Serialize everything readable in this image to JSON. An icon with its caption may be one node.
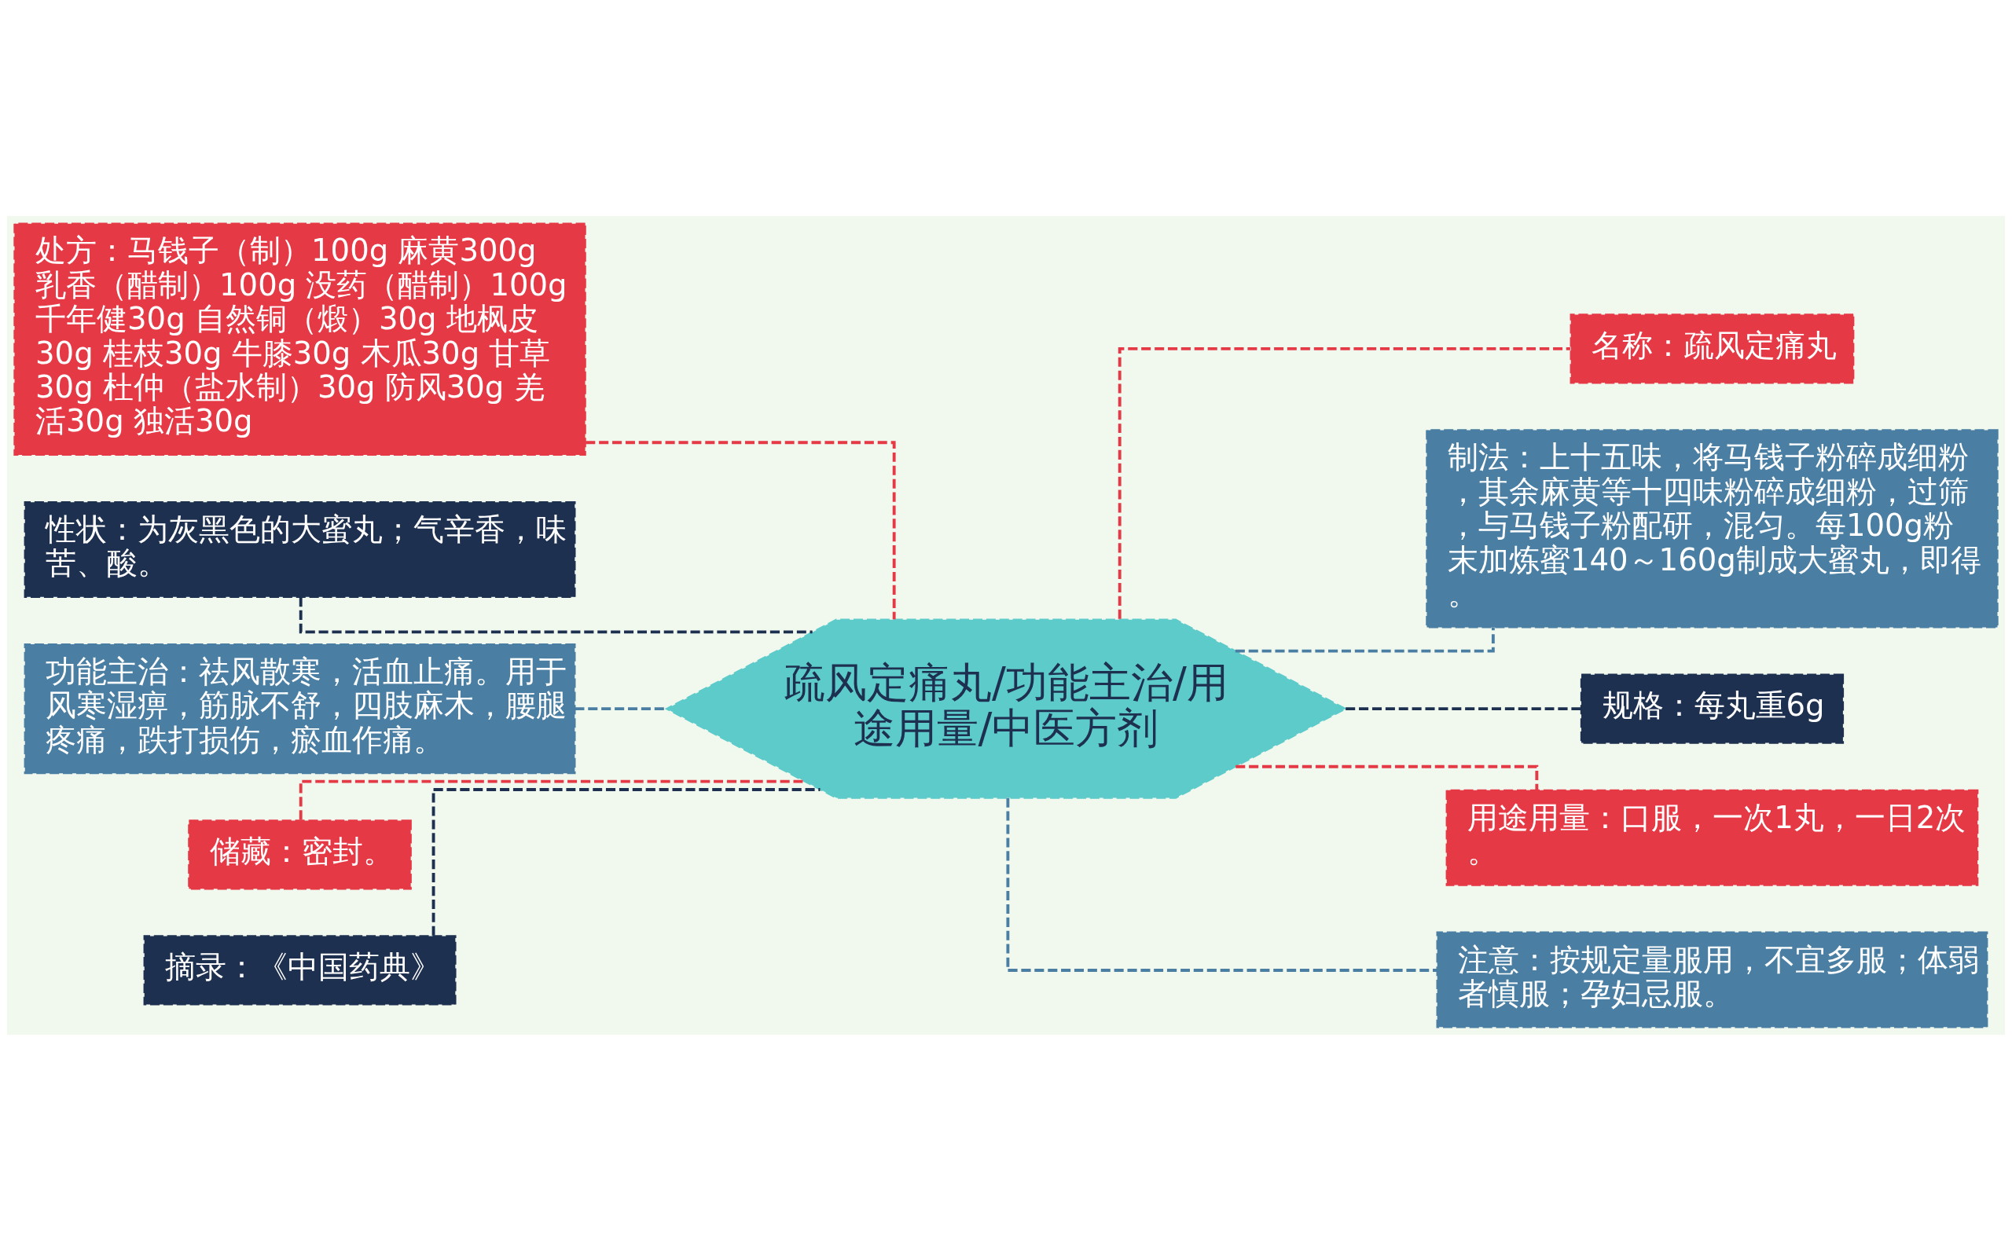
{
  "diagram": {
    "nodes": [
      {
        "text": [
          "疏风定痛丸/功能主治/用途用量/中医方剂"
        ]
      },
      {
        "text": [
          "处方：马钱子（制）100g 麻黄300g 乳香（醋制）100g 没药（醋制）100g 千年健30g 自然铜（煅）30g 地枫皮30g 桂枝30g 牛膝30g 木瓜30g 甘草30g 杜仲（盐水制）30g 防风30g 羌活30g 独活30g"
        ]
      },
      {
        "text": [
          "性状：为灰黑色的大蜜丸；气辛香，味苦、酸。"
        ]
      },
      {
        "text": [
          "功能主治：祛风散寒，活血止痛。用于风寒湿痹，筋脉不舒，四肢麻木，腰腿疼痛，跌打损伤，瘀血作痛。"
        ]
      },
      {
        "text": [
          "储藏：密封。"
        ]
      },
      {
        "text": [
          "摘录：《中国药典》"
        ]
      },
      {
        "text": [
          "名称：疏风定痛丸"
        ]
      },
      {
        "text": [
          "制法：上十五味，将马钱子粉碎成细粉，其余麻黄等十四味粉碎成细粉，过筛，与马钱子粉配研，混匀。每100g粉末加炼蜜140～160g制成大蜜丸，即得。"
        ]
      },
      {
        "text": [
          "规格：每丸重6g"
        ]
      },
      {
        "text": [
          "用途用量：口服，一次1丸，一日2次。"
        ]
      },
      {
        "text": [
          "注意：按规定量服用，不宜多服；体弱者慎服；孕妇忌服。"
        ]
      }
    ],
    "edges": [
      {
        "from": 0,
        "to": 1,
        "arrow": "none",
        "style": "dashed"
      },
      {
        "from": 0,
        "to": 2,
        "arrow": "none",
        "style": "dashed",
        "color": "#1e3050"
      },
      {
        "from": 0,
        "to": 3,
        "arrow": "none",
        "style": "dashed",
        "color": "#4a7fa3"
      },
      {
        "from": 0,
        "to": 4,
        "arrow": "none",
        "style": "dashed"
      },
      {
        "from": 0,
        "to": 5,
        "arrow": "none",
        "style": "dashed",
        "color": "#1e3050"
      },
      {
        "from": 0,
        "to": 6,
        "arrow": "none",
        "style": "dashed"
      },
      {
        "from": 0,
        "to": 7,
        "arrow": "none",
        "style": "dashed",
        "color": "#4a7fa3"
      },
      {
        "from": 0,
        "to": 8,
        "arrow": "none",
        "style": "dashed",
        "color": "#1e3050"
      },
      {
        "from": 0,
        "to": 9,
        "arrow": "none",
        "style": "dashed"
      },
      {
        "from": 0,
        "to": 10,
        "arrow": "none",
        "style": "dashed",
        "color": "#4a7fa3"
      }
    ]
  }
}
